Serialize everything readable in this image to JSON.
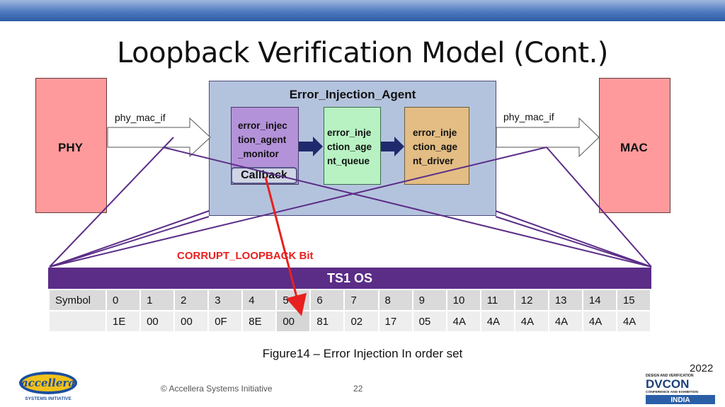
{
  "title": "Loopback Verification Model (Cont.)",
  "blocks": {
    "phy": "PHY",
    "mac": "MAC",
    "agent_title": "Error_Injection_Agent",
    "monitor": [
      "error_injec",
      "tion_agent",
      "_monitor"
    ],
    "queue": [
      "error_inje",
      "ction_age",
      "nt_queue"
    ],
    "driver": [
      "error_inje",
      "ction_age",
      "nt_driver"
    ],
    "callback": "Callback"
  },
  "interfaces": {
    "left": "phy_mac_if",
    "right": "phy_mac_if"
  },
  "corrupt_label": "CORRUPT_LOOPBACK Bit",
  "table": {
    "title": "TS1 OS",
    "row1": [
      "Symbol",
      "0",
      "1",
      "2",
      "3",
      "4",
      "5",
      "6",
      "7",
      "8",
      "9",
      "10",
      "11",
      "12",
      "13",
      "14",
      "15"
    ],
    "row2": [
      "",
      "1E",
      "00",
      "00",
      "0F",
      "8E",
      "00",
      "81",
      "02",
      "17",
      "05",
      "4A",
      "4A",
      "4A",
      "4A",
      "4A",
      "4A"
    ]
  },
  "caption": "Figure14 – Error Injection In order set",
  "footer": "© Accellera Systems Initiative",
  "page_number": "22",
  "logos": {
    "accellera": "accellera",
    "accellera_sub": "SYSTEMS INITIATIVE",
    "dvcon_year": "2022",
    "dvcon_top": "DESIGN AND VERIFICATION",
    "dvcon_name": "DVCON",
    "dvcon_sub": "CONFERENCE AND EXHIBITION",
    "dvcon_region": "INDIA"
  },
  "colors": {
    "purple": "#5b2d87",
    "red_arrow": "#e8201f",
    "phy_mac_fill": "#ff9a9c",
    "agent_fill": "#b4c3dd",
    "arrow_navy": "#1f2a6e"
  }
}
